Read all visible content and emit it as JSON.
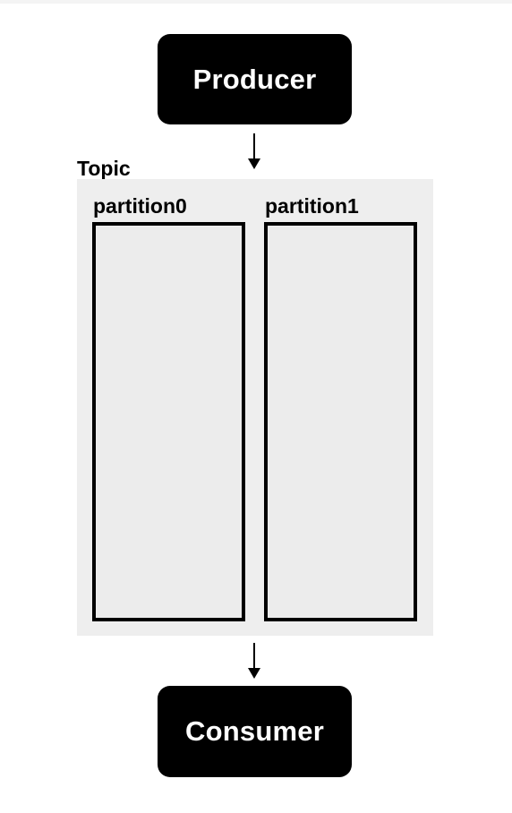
{
  "producer": {
    "label": "Producer"
  },
  "consumer": {
    "label": "Consumer"
  },
  "topic": {
    "label": "Topic",
    "partitions": [
      {
        "label": "partition0"
      },
      {
        "label": "partition1"
      }
    ]
  },
  "colors": {
    "node_bg": "#000000",
    "node_text": "#ffffff",
    "topic_bg": "#eeeeee",
    "partition_border": "#000000"
  }
}
